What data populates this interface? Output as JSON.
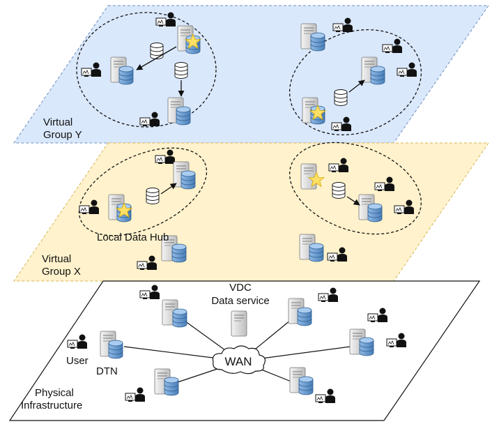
{
  "layers": {
    "group_y": {
      "label_line1": "Virtual",
      "label_line2": "Group Y",
      "fill": "#dae8fc",
      "border": "#6c8ebf"
    },
    "group_x": {
      "label_line1": "Virtual",
      "label_line2": "Group X",
      "fill": "#fff2cc",
      "border": "#d6b656"
    },
    "physical": {
      "label_line1": "Physical",
      "label_line2": "Infrastructure",
      "fill": "#ffffff",
      "border": "#000000"
    }
  },
  "labels": {
    "local_data_hub": "Local Data Hub",
    "vdc_line1": "VDC",
    "vdc_line2": "Data service",
    "wan": "WAN",
    "user": "User",
    "dtn": "DTN"
  },
  "icons": {
    "server": "server-icon",
    "storage": "database-icon",
    "user": "user-workstation-icon",
    "hub": "star-icon",
    "cloud": "cloud-icon"
  },
  "colors": {
    "database_blue": "#6d9fd2",
    "star_yellow": "#ffe066",
    "server_gray": "#d9d9d9"
  }
}
